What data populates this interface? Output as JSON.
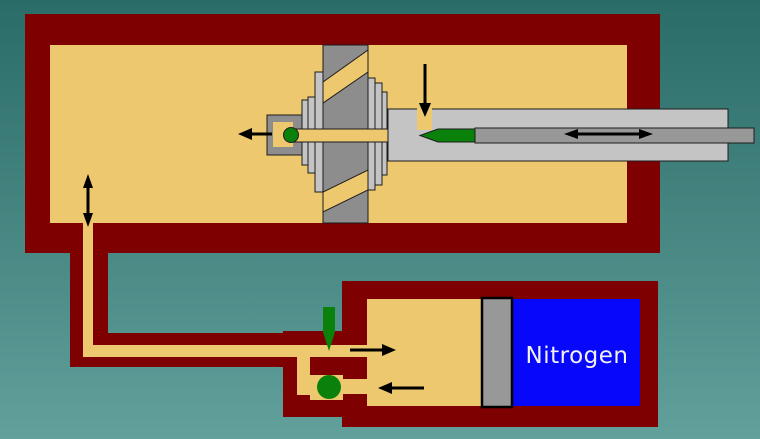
{
  "labels": {
    "nitrogen": "Nitrogen"
  },
  "colors": {
    "background_top": "#2a6c68",
    "background_bottom": "#61a09b",
    "housing_red": "#7f0000",
    "oil_tan": "#edc86e",
    "steel_light": "#c4c4c4",
    "steel_mid": "#989898",
    "piston_gray": "#8d8d8d",
    "valve_green": "#0a810a",
    "nitrogen_blue": "#0707fa",
    "arrow_black": "#000000",
    "label_white": "#f2f2f2",
    "outline_dark": "#1c1c1c"
  },
  "icons": {
    "arrows": [
      "piston-outflow-left-arrow",
      "rod-port-inflow-down-arrow",
      "rod-travel-double-arrow",
      "chamber-flow-vertical-double-arrow",
      "reservoir-inflow-right-arrow",
      "reservoir-return-left-arrow"
    ]
  }
}
